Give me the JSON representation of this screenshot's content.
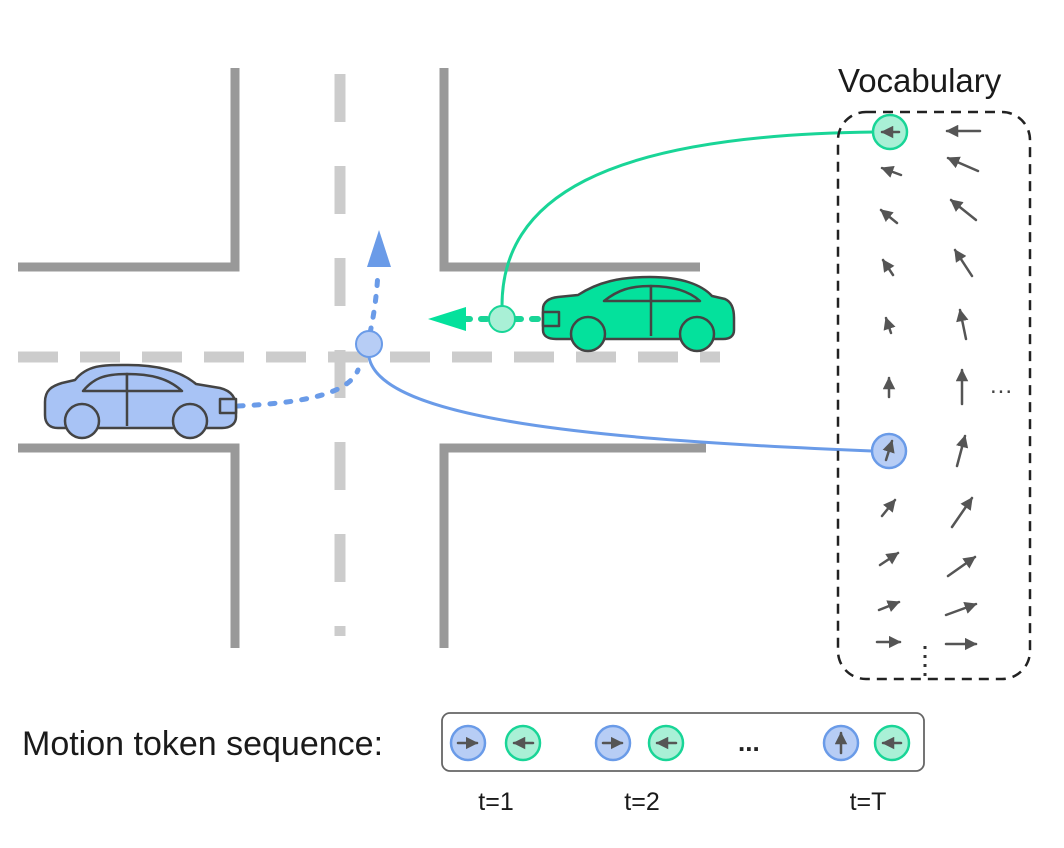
{
  "vocabulary_label": "Vocabulary",
  "sequence_label": "Motion token sequence:",
  "time_labels": {
    "t1": "t=1",
    "t2": "t=2",
    "tT": "t=T"
  },
  "ellipsis_vertical": "...",
  "ellipsis_horizontal": "...",
  "colors": {
    "blue_car": "#a8c3f5",
    "green_car": "#04e19c",
    "blue_path": "#6a9be8",
    "green_path": "#19d597",
    "road": "#999999",
    "lane_marking": "#cccccc",
    "token_blue_fill": "#b7cdf5",
    "token_green_fill": "#a9f0d6"
  },
  "icons": [
    "blue-car-icon",
    "green-car-icon",
    "arrow-token-icon"
  ]
}
